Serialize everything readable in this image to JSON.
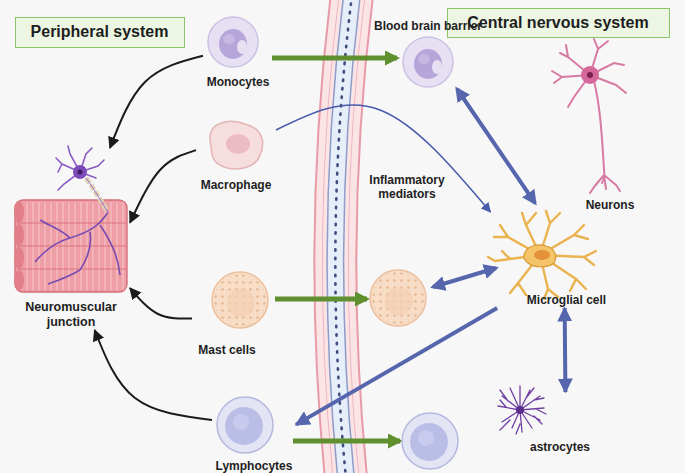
{
  "diagram": {
    "nodes": [
      {
        "text": [
          "Peripheral system"
        ]
      },
      {
        "text": [
          "Central nervous system"
        ]
      },
      {
        "text": [
          "Monocytes"
        ]
      },
      {
        "text": [
          "Neurons"
        ]
      },
      {
        "text": [
          "Macrophage"
        ]
      },
      {
        "text": [
          "Neuromuscular junction"
        ]
      },
      {
        "text": [
          "Microglial cell"
        ]
      },
      {
        "text": [
          "Mast cells"
        ]
      },
      {
        "text": [
          "Lymphocytes"
        ]
      },
      {
        "text": [
          "astrocytes"
        ]
      }
    ],
    "edges": [
      {
        "from": 2,
        "to": 5,
        "arrow": "to"
      },
      {
        "from": 4,
        "to": 5,
        "arrow": "to"
      },
      {
        "from": 7,
        "to": 5,
        "arrow": "to"
      },
      {
        "from": 8,
        "to": 5,
        "arrow": "to"
      },
      {
        "from": 4,
        "to": 6,
        "arrow": "to",
        "label": "Inflammatory mediators"
      },
      {
        "from": 6,
        "to": 8,
        "arrow": "to"
      },
      {
        "from": 6,
        "to": 9,
        "arrow": "both"
      }
    ],
    "labels": [
      "Blood brain barrier"
    ]
  }
}
